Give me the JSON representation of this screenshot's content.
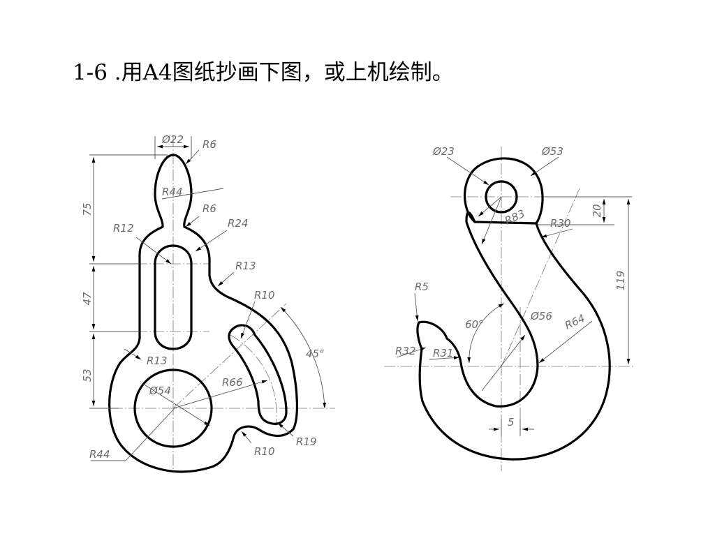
{
  "header": {
    "title": "1-6 .用A4图纸抄画下图，或上机绘制。"
  },
  "left_part": {
    "dims": {
      "d22": "Ø22",
      "r6a": "R6",
      "r44a": "R44",
      "r6b": "R6",
      "r12": "R12",
      "r24": "R24",
      "r13a": "R13",
      "r10a": "R10",
      "r13b": "R13",
      "d54": "Ø54",
      "r66": "R66",
      "r44b": "R44",
      "r10b": "R10",
      "r19": "R19",
      "ang45": "45°",
      "v75": "75",
      "v47": "47",
      "v53": "53"
    }
  },
  "right_part": {
    "dims": {
      "d23": "Ø23",
      "d53": "Ø53",
      "r83": "R83",
      "r30": "R30",
      "v20": "20",
      "v119": "119",
      "r5": "R5",
      "ang60": "60°",
      "d56": "Ø56",
      "r64": "R64",
      "r32": "R32",
      "r31": "R31",
      "v5": "5"
    }
  },
  "colors": {
    "outline": "#000000",
    "dimension": "#6b6b6b"
  }
}
